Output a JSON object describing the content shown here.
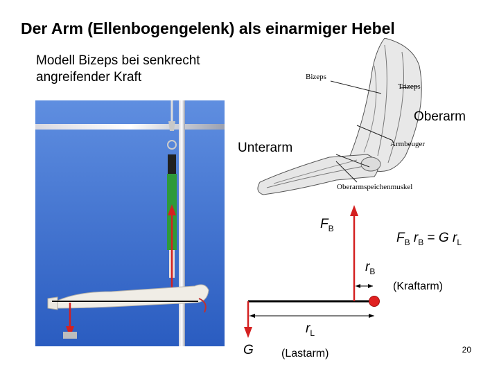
{
  "slide": {
    "title": "Der Arm (Ellenbogengelenk) als einarmiger Hebel",
    "subtitle_lines": [
      "Modell Bizeps bei senkrecht",
      "angreifender Kraft"
    ],
    "page_number": "20"
  },
  "anatomy": {
    "labels": {
      "bizeps": "Bizeps",
      "trizeps": "Trizeps",
      "armbeuger": "Armbeuger",
      "oberarmspeichenmuskel": "Oberarmspeichenmuskel"
    },
    "oberarm": "Oberarm",
    "unterarm": "Unterarm"
  },
  "lever": {
    "force_symbol": "F",
    "force_sub": "B",
    "weight_symbol": "G",
    "rb_symbol": "r",
    "rb_sub": "B",
    "rl_symbol": "r",
    "rl_sub": "L",
    "kraftarm": "(Kraftarm)",
    "lastarm": "(Lastarm)",
    "equation": {
      "f": "F",
      "f_sub": "B",
      "r1": "r",
      "r1_sub": "B",
      "eq": "=",
      "g": "G",
      "r2": "r",
      "r2_sub": "L"
    }
  },
  "colors": {
    "force_arrow": "#d42020",
    "pivot_dot": "#e02020",
    "photo_bg": "#3a6fd0"
  }
}
